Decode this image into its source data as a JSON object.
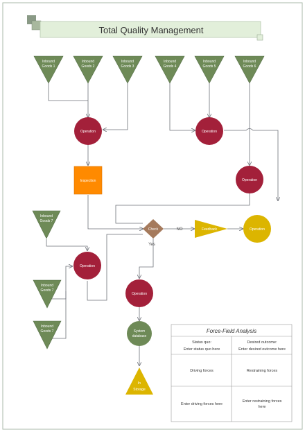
{
  "title": "Total Quality Management",
  "colors": {
    "border": "#a8b8a8",
    "title_fill": "#e2efda",
    "inbound": "#6e8a57",
    "operation": "#a3203a",
    "inspection": "#ff8a00",
    "check": "#a57a5c",
    "feedback": "#dcb500",
    "operation_yellow": "#dcb500",
    "system": "#6e8a57",
    "storage": "#dcb500",
    "line": "#6d7078"
  },
  "inbound_goods": [
    {
      "line1": "Inbound",
      "line2": "Goods 1"
    },
    {
      "line1": "Inbound",
      "line2": "Goods 2"
    },
    {
      "line1": "Inbound",
      "line2": "Goods 3"
    },
    {
      "line1": "Inbound",
      "line2": "Goods 4"
    },
    {
      "line1": "Inbound",
      "line2": "Goods 5"
    },
    {
      "line1": "Inbound",
      "line2": "Goods 6"
    },
    {
      "line1": "Inbound",
      "line2": "Goods 7"
    },
    {
      "line1": "Inbound",
      "line2": "Goods 7"
    },
    {
      "line1": "Inbound",
      "line2": "Goods 7"
    }
  ],
  "nodes": {
    "operation": "Operation",
    "inspection": "Inspection",
    "check": "Check",
    "no_label": "NO",
    "yes_label": "Yes",
    "feedback": "Feedback",
    "system_database": {
      "line1": "System",
      "line2": "database"
    },
    "storage": {
      "line1": "In",
      "line2": "Storage"
    }
  },
  "force_field": {
    "title": "Force-Field Analysis",
    "status_quo_label": "Status quo:",
    "status_quo_value": "Enter status quo here",
    "desired_label": "Desired outcome:",
    "desired_value": "Enter desired outcome here",
    "driving_forces": "Driving forces",
    "restraining_forces": "Restraining forces",
    "driving_placeholder": "Enter driving forces here",
    "restraining_placeholder_line1": "Enter restraining forces",
    "restraining_placeholder_line2": "here"
  }
}
